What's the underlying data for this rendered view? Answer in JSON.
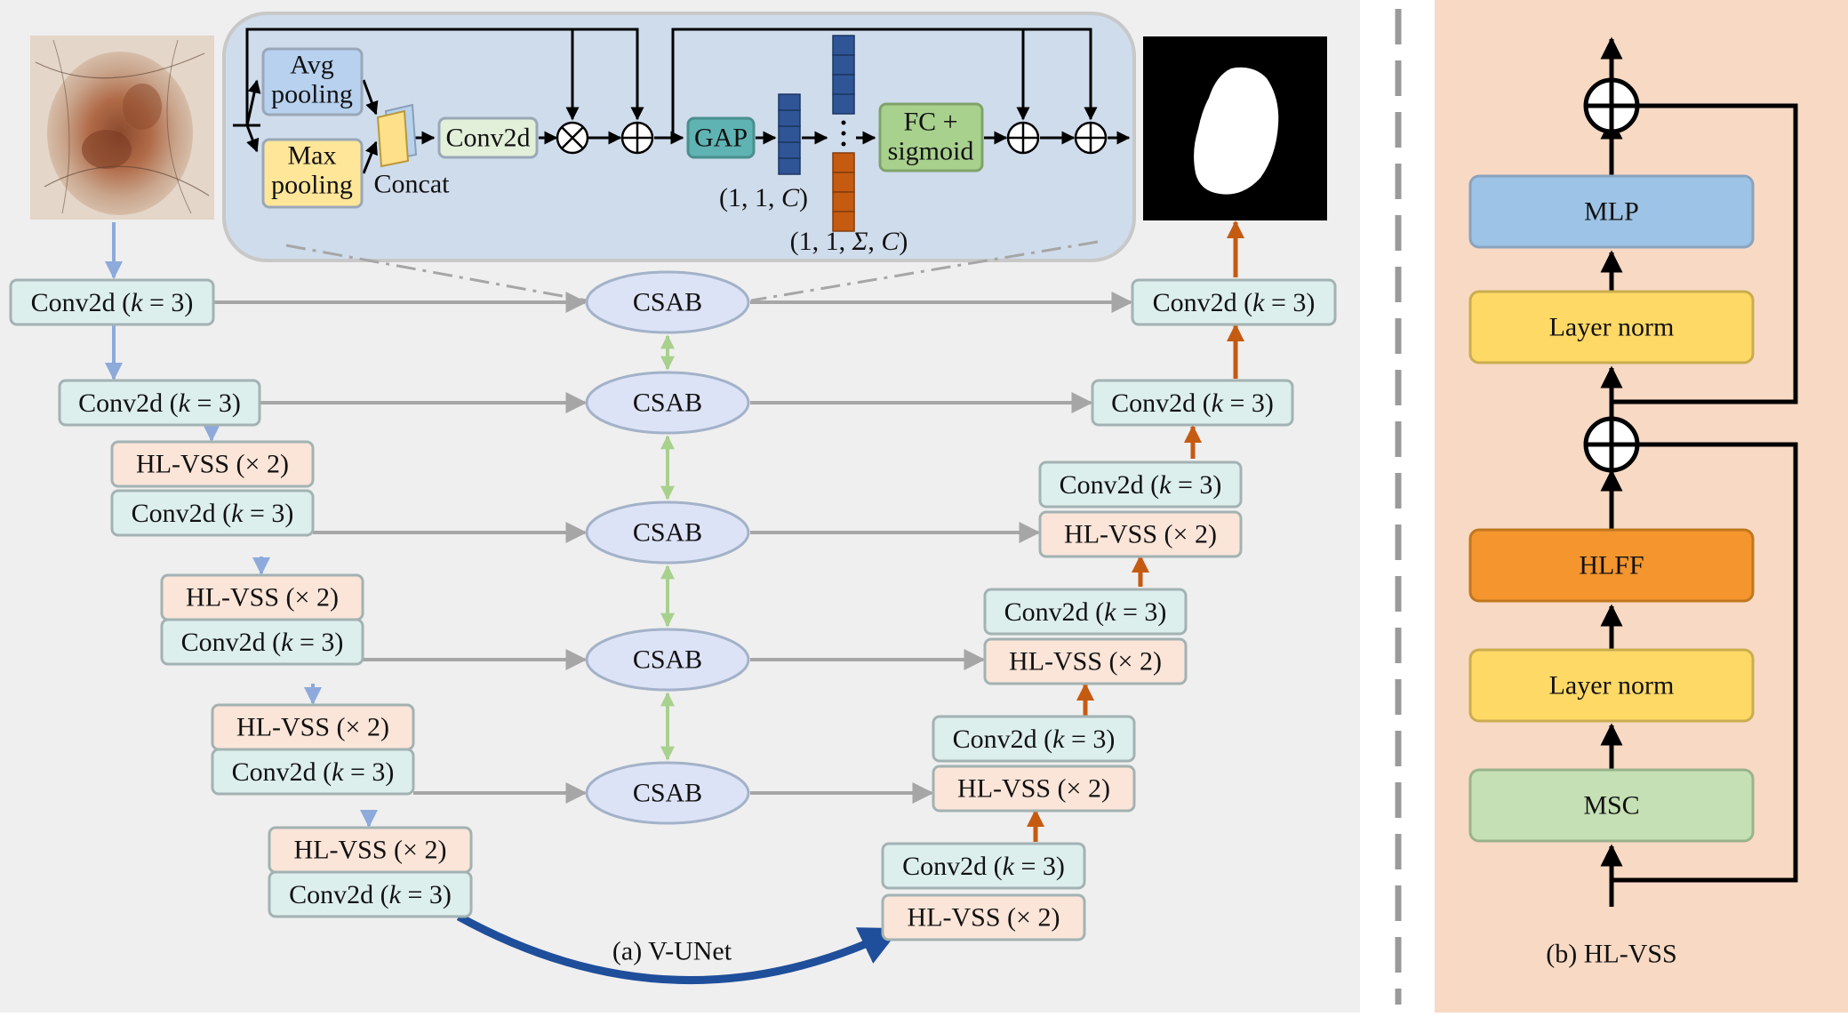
{
  "panel_a": {
    "caption": "(a) V-UNet",
    "encoder": [
      {
        "conv": "Conv2d (k = 3)"
      },
      {
        "conv": "Conv2d (k = 3)"
      },
      {
        "hlvss": "HL-VSS (× 2)",
        "conv": "Conv2d (k = 3)"
      },
      {
        "hlvss": "HL-VSS (× 2)",
        "conv": "Conv2d (k = 3)"
      },
      {
        "hlvss": "HL-VSS (× 2)",
        "conv": "Conv2d (k = 3)"
      },
      {
        "hlvss": "HL-VSS (× 2)",
        "conv": "Conv2d (k = 3)"
      }
    ],
    "csab": [
      "CSAB",
      "CSAB",
      "CSAB",
      "CSAB",
      "CSAB"
    ],
    "decoder": [
      {
        "conv": "Conv2d (k = 3)"
      },
      {
        "conv": "Conv2d (k = 3)"
      },
      {
        "conv": "Conv2d (k = 3)",
        "hlvss": "HL-VSS (× 2)"
      },
      {
        "conv": "Conv2d (k = 3)",
        "hlvss": "HL-VSS (× 2)"
      },
      {
        "conv": "Conv2d (k = 3)",
        "hlvss": "HL-VSS (× 2)"
      },
      {
        "conv": "Conv2d (k = 3)",
        "hlvss": "HL-VSS (× 2)"
      }
    ],
    "csab_detail": {
      "avg_pooling": [
        "Avg",
        "pooling"
      ],
      "max_pooling": [
        "Max",
        "pooling"
      ],
      "concat": "Concat",
      "conv2d": "Conv2d",
      "gap": "GAP",
      "gap_shape": "(1, 1, C)",
      "fc_sigmoid": [
        "FC +",
        "sigmoid"
      ],
      "stack_shape": "(1, 1, Σ, C)",
      "multiply_symbol": "⊗",
      "add_symbol": "⊕"
    }
  },
  "panel_b": {
    "caption": "(b) HL-VSS",
    "blocks": [
      "MLP",
      "Layer norm",
      "HLFF",
      "Layer norm",
      "MSC"
    ]
  },
  "colors": {
    "panel_a_bg": "#efefef",
    "panel_b_bg": "#f8d9c4",
    "detail_bg": "#cfdcec",
    "conv_fill": "#dcefed",
    "hlvss_fill": "#fbe5d8",
    "csab_fill": "#dde3f7",
    "encoder_arrow": "#8eaadb",
    "decoder_arrow": "#c55a11",
    "csab_link": "#a9d18e",
    "skip_arrow": "#a6a6a6",
    "bottleneck": "#1f4e9b",
    "mlp": "#9dc3e6",
    "layer_norm": "#ffd966",
    "hlff": "#f4952e",
    "msc": "#c5e0b4"
  }
}
